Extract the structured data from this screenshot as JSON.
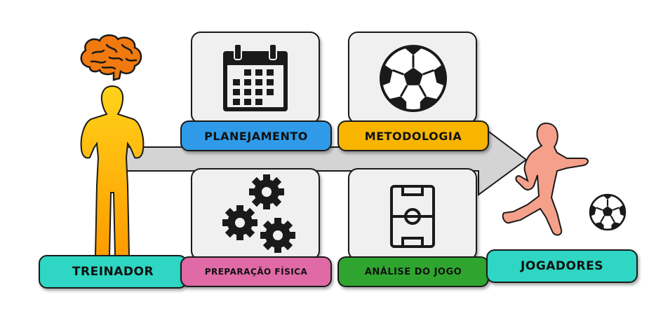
{
  "colors": {
    "treinador": "#2ed6c3",
    "planejamento": "#2f9be8",
    "metodologia": "#f7b500",
    "preparacao": "#e06aa6",
    "analise": "#2fa52f",
    "jogadores": "#2ed6c3",
    "coach_figure": "#ffc300",
    "brain": "#f07a10",
    "player_figure": "#f5a08a",
    "arrow": "#d4d4d4"
  },
  "icons": {
    "coach": "coach-silhouette-icon",
    "brain": "brain-icon",
    "calendar": "calendar-icon",
    "ball": "soccer-ball-icon",
    "gears": "gears-icon",
    "field": "soccer-field-icon",
    "player": "running-player-icon"
  },
  "labels": {
    "treinador": "TREINADOR",
    "planejamento": "PLANEJAMENTO",
    "metodologia": "METODOLOGIA",
    "preparacao": "PREPARAÇÃO FÍSICA",
    "analise": "ANÁLISE DO JOGO",
    "jogadores": "JOGADORES"
  }
}
